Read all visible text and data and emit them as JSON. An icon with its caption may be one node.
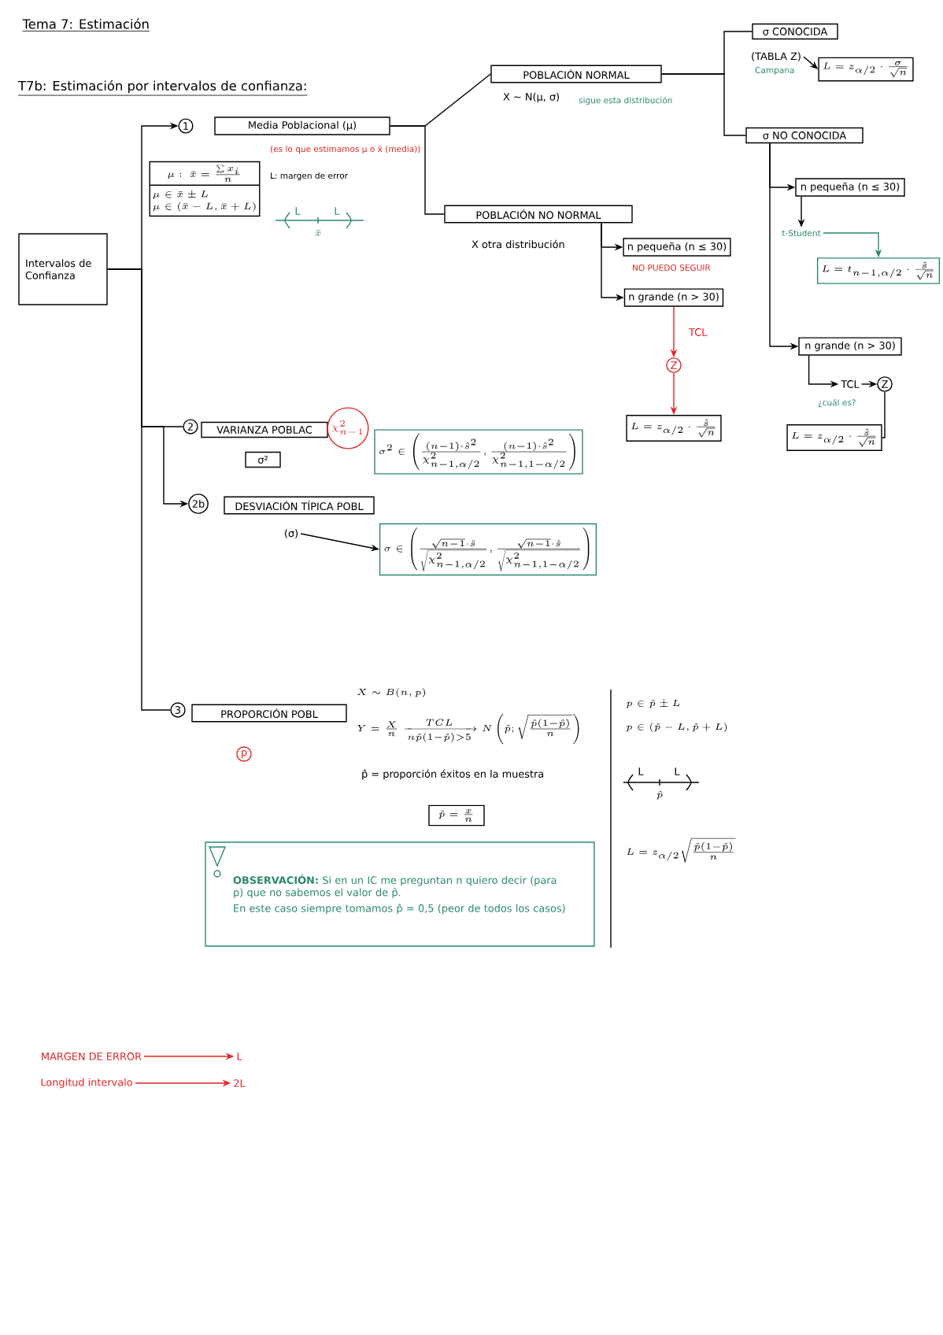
{
  "diagram": {
    "title": "Tema 7: Estimación",
    "nodes": [
      {
        "text": [
          "Intervalos de Confianza"
        ]
      },
      {
        "text": [
          "1"
        ]
      },
      {
        "text": [
          "Media Poblacional (μ)"
        ],
        "beside": [
          "(es lo que estimamos μ o x̄ (media))"
        ]
      },
      {
        "text": [
          "\\mu:\\ \\bar{x}=\\frac{\\sum x_i}{n}",
          "\\mu\\in\\bar{x}\\pm L",
          "\\mu\\in(\\bar{x}-L,\\bar{x}+L)"
        ],
        "beside": [
          "L: margen de error"
        ]
      },
      {
        "text": [
          "POBLACIÓN NORMAL"
        ],
        "beside": [
          "X ∼ N(μ, σ)",
          "sigue esta distribución"
        ]
      },
      {
        "text": [
          "σ CONOCIDA"
        ]
      },
      {
        "text": [
          "L=z_{\\alpha/2}\\cdot\\frac{\\sigma}{\\sqrt{n}}"
        ]
      },
      {
        "text": [
          "(TABLA Z)"
        ],
        "beside": [
          "Campana"
        ]
      },
      {
        "text": [
          "σ NO CONOCIDA"
        ]
      },
      {
        "text": [
          "n pequeña (n ≤ 30)"
        ]
      },
      {
        "text": [
          "t-Student"
        ]
      },
      {
        "text": [
          "L=t_{n-1,\\alpha/2}\\cdot\\frac{\\hat{s}}{\\sqrt{n}}"
        ]
      },
      {
        "text": [
          "n grande (n > 30)"
        ]
      },
      {
        "text": [
          "TCL"
        ],
        "beside": [
          "¿cuál es?"
        ]
      },
      {
        "text": [
          "Z"
        ]
      },
      {
        "text": [
          "L=z_{\\alpha/2}\\cdot\\frac{\\hat{s}}{\\sqrt{n}}"
        ]
      },
      {
        "text": [
          "POBLACIÓN NO NORMAL"
        ],
        "beside": [
          "X otra distribución"
        ]
      },
      {
        "text": [
          "n pequeña (n ≤ 30)"
        ],
        "beside": [
          "NO PUEDO SEGUIR"
        ]
      },
      {
        "text": [
          "n grande (n > 30)"
        ]
      },
      {
        "text": [
          "Z"
        ]
      },
      {
        "text": [
          "L=z_{\\alpha/2}\\cdot\\frac{\\hat{s}}{\\sqrt{n}}"
        ]
      },
      {
        "text": [
          "2"
        ]
      },
      {
        "text": [
          "VARIANZA POBLAC"
        ]
      },
      {
        "text": [
          "σ²"
        ]
      },
      {
        "text": [
          "\\chi^2_{n-1}"
        ]
      },
      {
        "text": [
          "\\sigma^2\\in\\left(\\frac{(n-1)\\cdot\\hat{s}^2}{\\chi^2_{n-1,\\alpha/2}},\\frac{(n-1)\\cdot\\hat{s}^2}{\\chi^2_{n-1,1-\\alpha/2}}\\right)"
        ]
      },
      {
        "text": [
          "2b"
        ]
      },
      {
        "text": [
          "DESVIACIÓN TÍPICA POBL"
        ]
      },
      {
        "text": [
          "(σ)"
        ]
      },
      {
        "text": [
          "\\sigma\\in\\left(\\frac{\\sqrt{n-1}\\cdot\\hat{s}}{\\sqrt{\\chi^2_{n-1,\\alpha/2}}},\\frac{\\sqrt{n-1}\\cdot\\hat{s}}{\\sqrt{\\chi^2_{n-1,1-\\alpha/2}}}\\right)"
        ]
      },
      {
        "text": [
          "3"
        ]
      },
      {
        "text": [
          "PROPORCIÓN POBL"
        ]
      },
      {
        "text": [
          "p"
        ]
      },
      {
        "text": [
          "\\hat{p}=\\frac{x}{n}"
        ]
      },
      {
        "text": [
          "OBSERVACIÓN:",
          "Si en un IC me preguntan n quiero decir (para p) que no sabemos el valor de p̂.",
          "En este caso siempre tomamos p̂ = 0,5 (peor de todos los casos)"
        ]
      },
      {
        "text": [
          "MARGEN DE ERROR"
        ]
      },
      {
        "text": [
          "L"
        ]
      },
      {
        "text": [
          "Longitud intervalo"
        ]
      },
      {
        "text": [
          "2L"
        ]
      }
    ],
    "edges": [
      {
        "from": 0,
        "to": 1,
        "arrow": "to"
      },
      {
        "from": 0,
        "to": 21,
        "arrow": "none"
      },
      {
        "from": 0,
        "to": 26,
        "arrow": "to"
      },
      {
        "from": 0,
        "to": 30,
        "arrow": "none"
      },
      {
        "from": 2,
        "to": 4,
        "arrow": "none"
      },
      {
        "from": 2,
        "to": 16,
        "arrow": "none"
      },
      {
        "from": 4,
        "to": 5,
        "arrow": "none"
      },
      {
        "from": 4,
        "to": 8,
        "arrow": "none"
      },
      {
        "from": 7,
        "to": 6,
        "arrow": "to"
      },
      {
        "from": 8,
        "to": 9,
        "arrow": "to"
      },
      {
        "from": 8,
        "to": 12,
        "arrow": "to"
      },
      {
        "from": 9,
        "to": 10,
        "arrow": "to"
      },
      {
        "from": 10,
        "to": 11,
        "arrow": "to",
        "color": "#2a8a68"
      },
      {
        "from": 12,
        "to": 13,
        "arrow": "to"
      },
      {
        "from": 13,
        "to": 14,
        "arrow": "to"
      },
      {
        "from": 14,
        "to": 15,
        "arrow": "none"
      },
      {
        "from": 16,
        "to": 17,
        "arrow": "to"
      },
      {
        "from": 16,
        "to": 18,
        "arrow": "to"
      },
      {
        "from": 18,
        "to": 19,
        "arrow": "to",
        "label": "TCL",
        "color": "#e02424"
      },
      {
        "from": 19,
        "to": 20,
        "arrow": "to",
        "color": "#e02424"
      },
      {
        "from": 28,
        "to": 29,
        "arrow": "to"
      },
      {
        "from": 35,
        "to": 36,
        "arrow": "to",
        "color": "#e02424"
      },
      {
        "from": 37,
        "to": 38,
        "arrow": "to",
        "color": "#e02424"
      }
    ],
    "labels": [
      "T7b: Estimación por intervalos de confianza:",
      "L",
      "L",
      "\\bar{x}",
      "X\\sim B(n,p)",
      "Y=\\frac{X}{n}\\xrightarrow[n\\hat{p}(1-\\hat{p})>5]{TCL}N\\left(\\hat{p};\\sqrt{\\frac{\\hat{p}(1-\\hat{p})}{n}}\\right)",
      "p̂ = proporción éxitos en la muestra",
      "p\\in\\hat{p}\\pm L",
      "p\\in(\\hat{p}-L,\\hat{p}+L)",
      "L",
      "L",
      "\\hat{p}",
      "L=z_{\\alpha/2}\\sqrt{\\frac{\\hat{p}(1-\\hat{p})}{n}}"
    ]
  }
}
